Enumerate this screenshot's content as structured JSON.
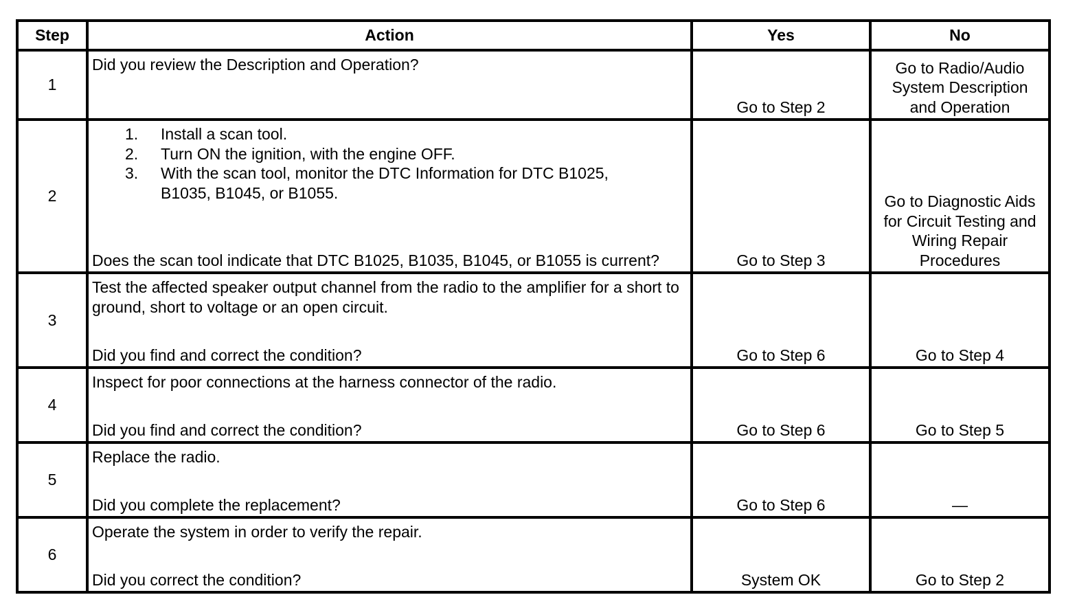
{
  "headers": {
    "step": "Step",
    "action": "Action",
    "yes": "Yes",
    "no": "No"
  },
  "rows": [
    {
      "step": "1",
      "action_text": "Did you review the Description and Operation?",
      "yes": "Go to Step 2",
      "no": "Go to Radio/Audio System Description and Operation"
    },
    {
      "step": "2",
      "list": [
        {
          "num": "1.",
          "text": "Install a scan tool."
        },
        {
          "num": "2.",
          "text": "Turn ON the ignition, with the engine OFF."
        },
        {
          "num": "3.",
          "text": "With the scan tool, monitor the DTC Information for DTC B1025, B1035, B1045, or B1055."
        }
      ],
      "question": "Does the scan tool indicate that DTC B1025, B1035, B1045, or B1055 is current?",
      "yes": "Go to Step 3",
      "no": "Go to Diagnostic Aids for Circuit Testing and Wiring Repair Procedures"
    },
    {
      "step": "3",
      "action_text": "Test the affected speaker output channel from the radio to the amplifier for a short to ground, short to voltage or an open circuit.",
      "question": "Did you find and correct the condition?",
      "yes": "Go to Step 6",
      "no": "Go to Step 4"
    },
    {
      "step": "4",
      "action_text": "Inspect for poor connections at the harness connector of the radio.",
      "question": "Did you find and correct the condition?",
      "yes": "Go to Step 6",
      "no": "Go to Step 5"
    },
    {
      "step": "5",
      "action_text": "Replace the radio.",
      "question": "Did you complete the replacement?",
      "yes": "Go to Step 6",
      "no": "—"
    },
    {
      "step": "6",
      "action_text": "Operate the system in order to verify the repair.",
      "question": "Did you correct the condition?",
      "yes": "System OK",
      "no": "Go to Step 2"
    }
  ]
}
